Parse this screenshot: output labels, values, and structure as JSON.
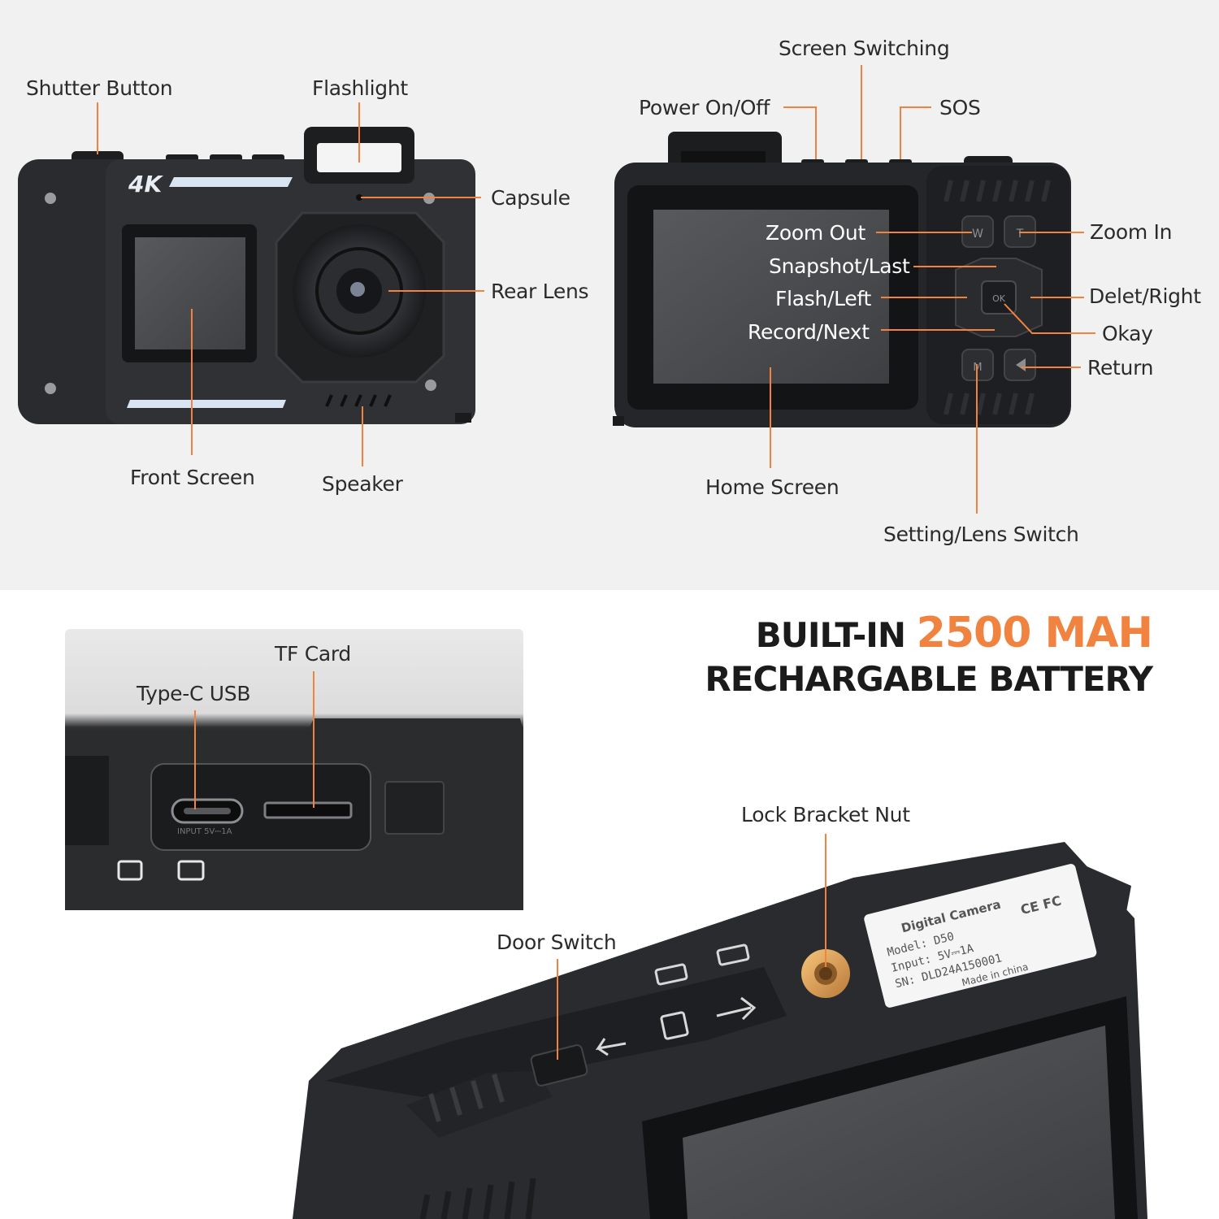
{
  "colors": {
    "accent": "#f0833f",
    "leader_line": "#f0833f",
    "camera_body": "#2a2b2e",
    "camera_dark": "#151617",
    "screen": "#4a4b4e",
    "background_top": "#f1f1f1",
    "background_bottom": "#ffffff"
  },
  "front_view": {
    "badge": "4K",
    "labels": {
      "shutter_button": "Shutter Button",
      "flashlight": "Flashlight",
      "capsule": "Capsule",
      "rear_lens": "Rear Lens",
      "front_screen": "Front Screen",
      "speaker": "Speaker"
    }
  },
  "back_view": {
    "labels": {
      "screen_switching": "Screen Switching",
      "power": "Power On/Off",
      "sos": "SOS",
      "zoom_out": "Zoom Out",
      "zoom_in": "Zoom In",
      "snapshot_last": "Snapshot/Last",
      "flash_left": "Flash/Left",
      "delete_right": "Delet/Right",
      "okay": "Okay",
      "record_next": "Record/Next",
      "return": "Return",
      "home_screen": "Home Screen",
      "setting_lens_switch": "Setting/Lens Switch"
    },
    "button_glyphs": {
      "zoom_out": "W",
      "zoom_in": "T",
      "ok": "OK",
      "setting": "M"
    }
  },
  "ports_view": {
    "labels": {
      "tf_card": "TF Card",
      "type_c_usb": "Type-C USB"
    },
    "port_print": "INPUT 5V⎓1A"
  },
  "battery": {
    "prefix": "BUILT-IN",
    "capacity": "2500 MAH",
    "suffix": "RECHARGABLE BATTERY"
  },
  "bottom_view": {
    "labels": {
      "lock_bracket_nut": "Lock Bracket Nut",
      "door_switch": "Door Switch"
    },
    "sticker": {
      "title": "Digital Camera",
      "model": "Model: D50",
      "input": "Input: 5V⎓1A",
      "sn": "SN: DLD24A150001",
      "origin": "Made in china",
      "marks": "CE FC"
    }
  }
}
